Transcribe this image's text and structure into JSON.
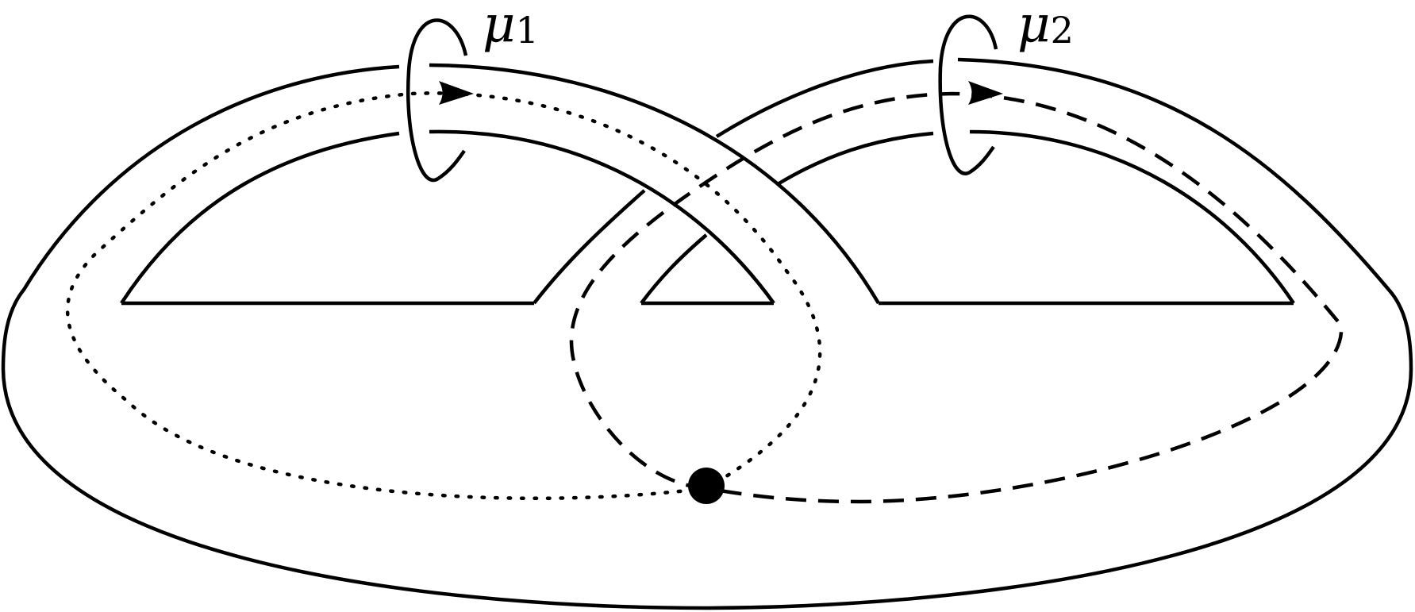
{
  "labels": {
    "mu1": {
      "symbol": "μ",
      "subscript": "1"
    },
    "mu2": {
      "symbol": "μ",
      "subscript": "2"
    }
  },
  "colors": {
    "ink": "#000000",
    "background": "#ffffff"
  }
}
